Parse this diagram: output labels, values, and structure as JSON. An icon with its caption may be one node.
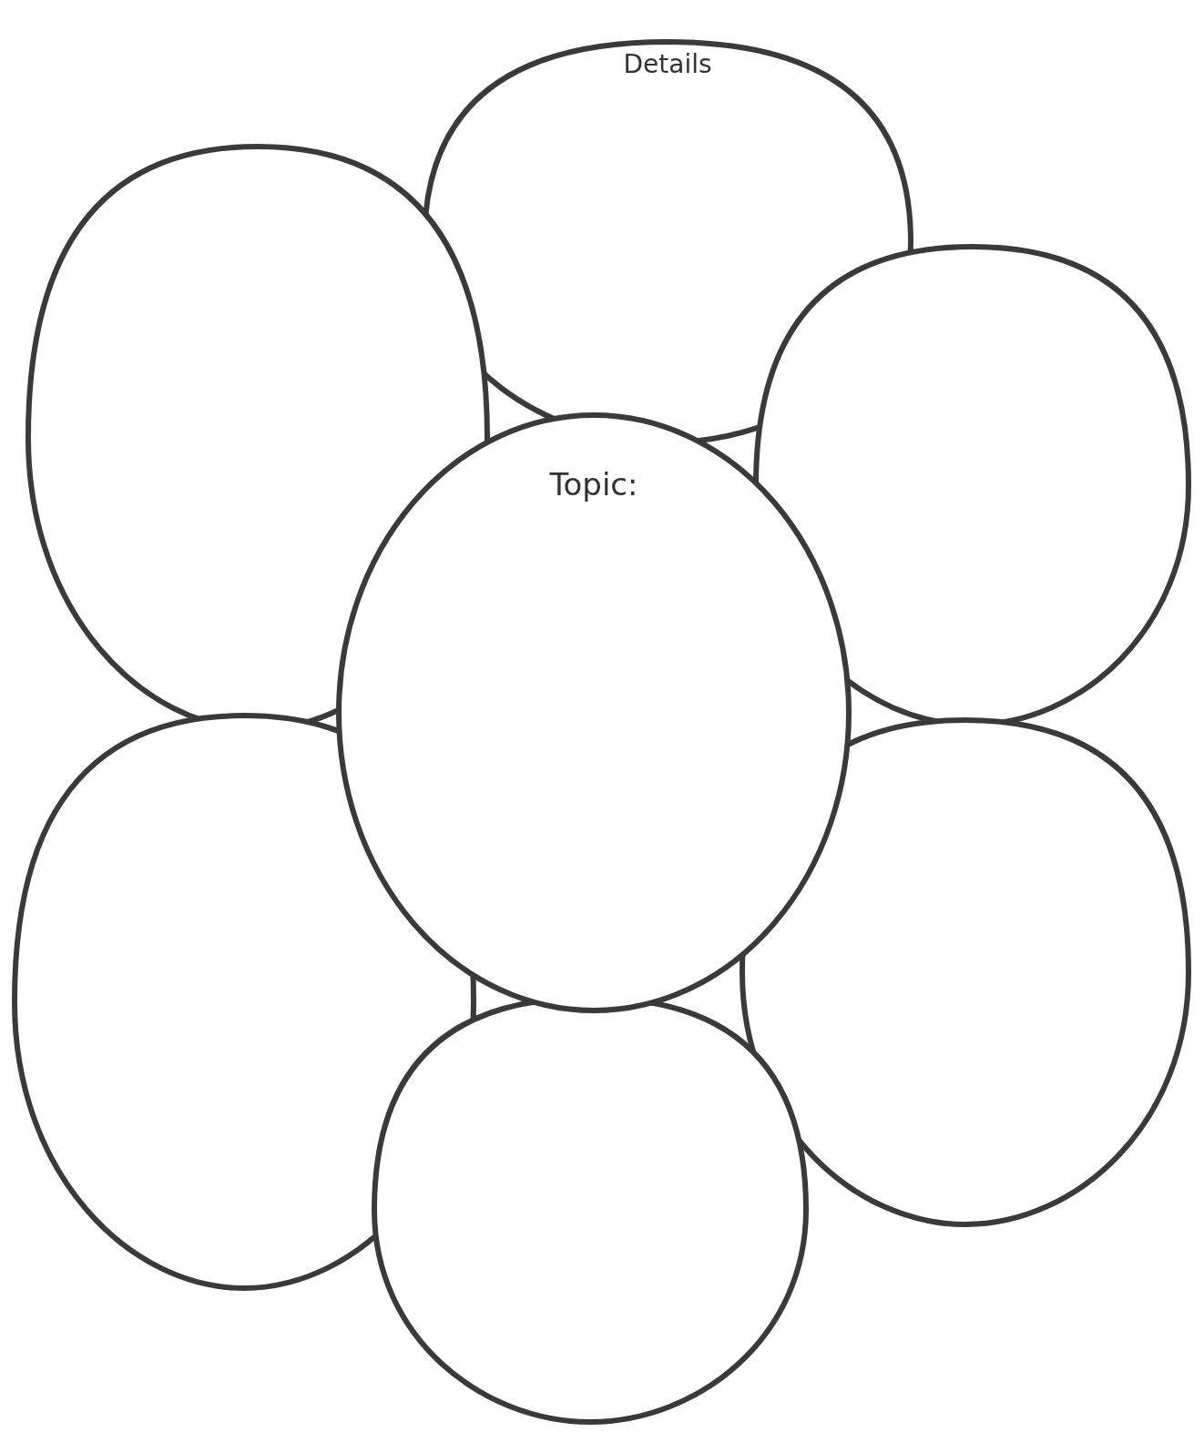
{
  "diagram": {
    "nodes": [
      {
        "text": [
          "Details"
        ]
      },
      {
        "text": [],
        "shape": "petal"
      },
      {
        "text": [],
        "shape": "petal"
      },
      {
        "text": [
          "Topic:"
        ]
      },
      {
        "text": [],
        "shape": "petal"
      },
      {
        "text": [],
        "shape": "petal"
      },
      {
        "text": [],
        "shape": "petal"
      }
    ]
  }
}
